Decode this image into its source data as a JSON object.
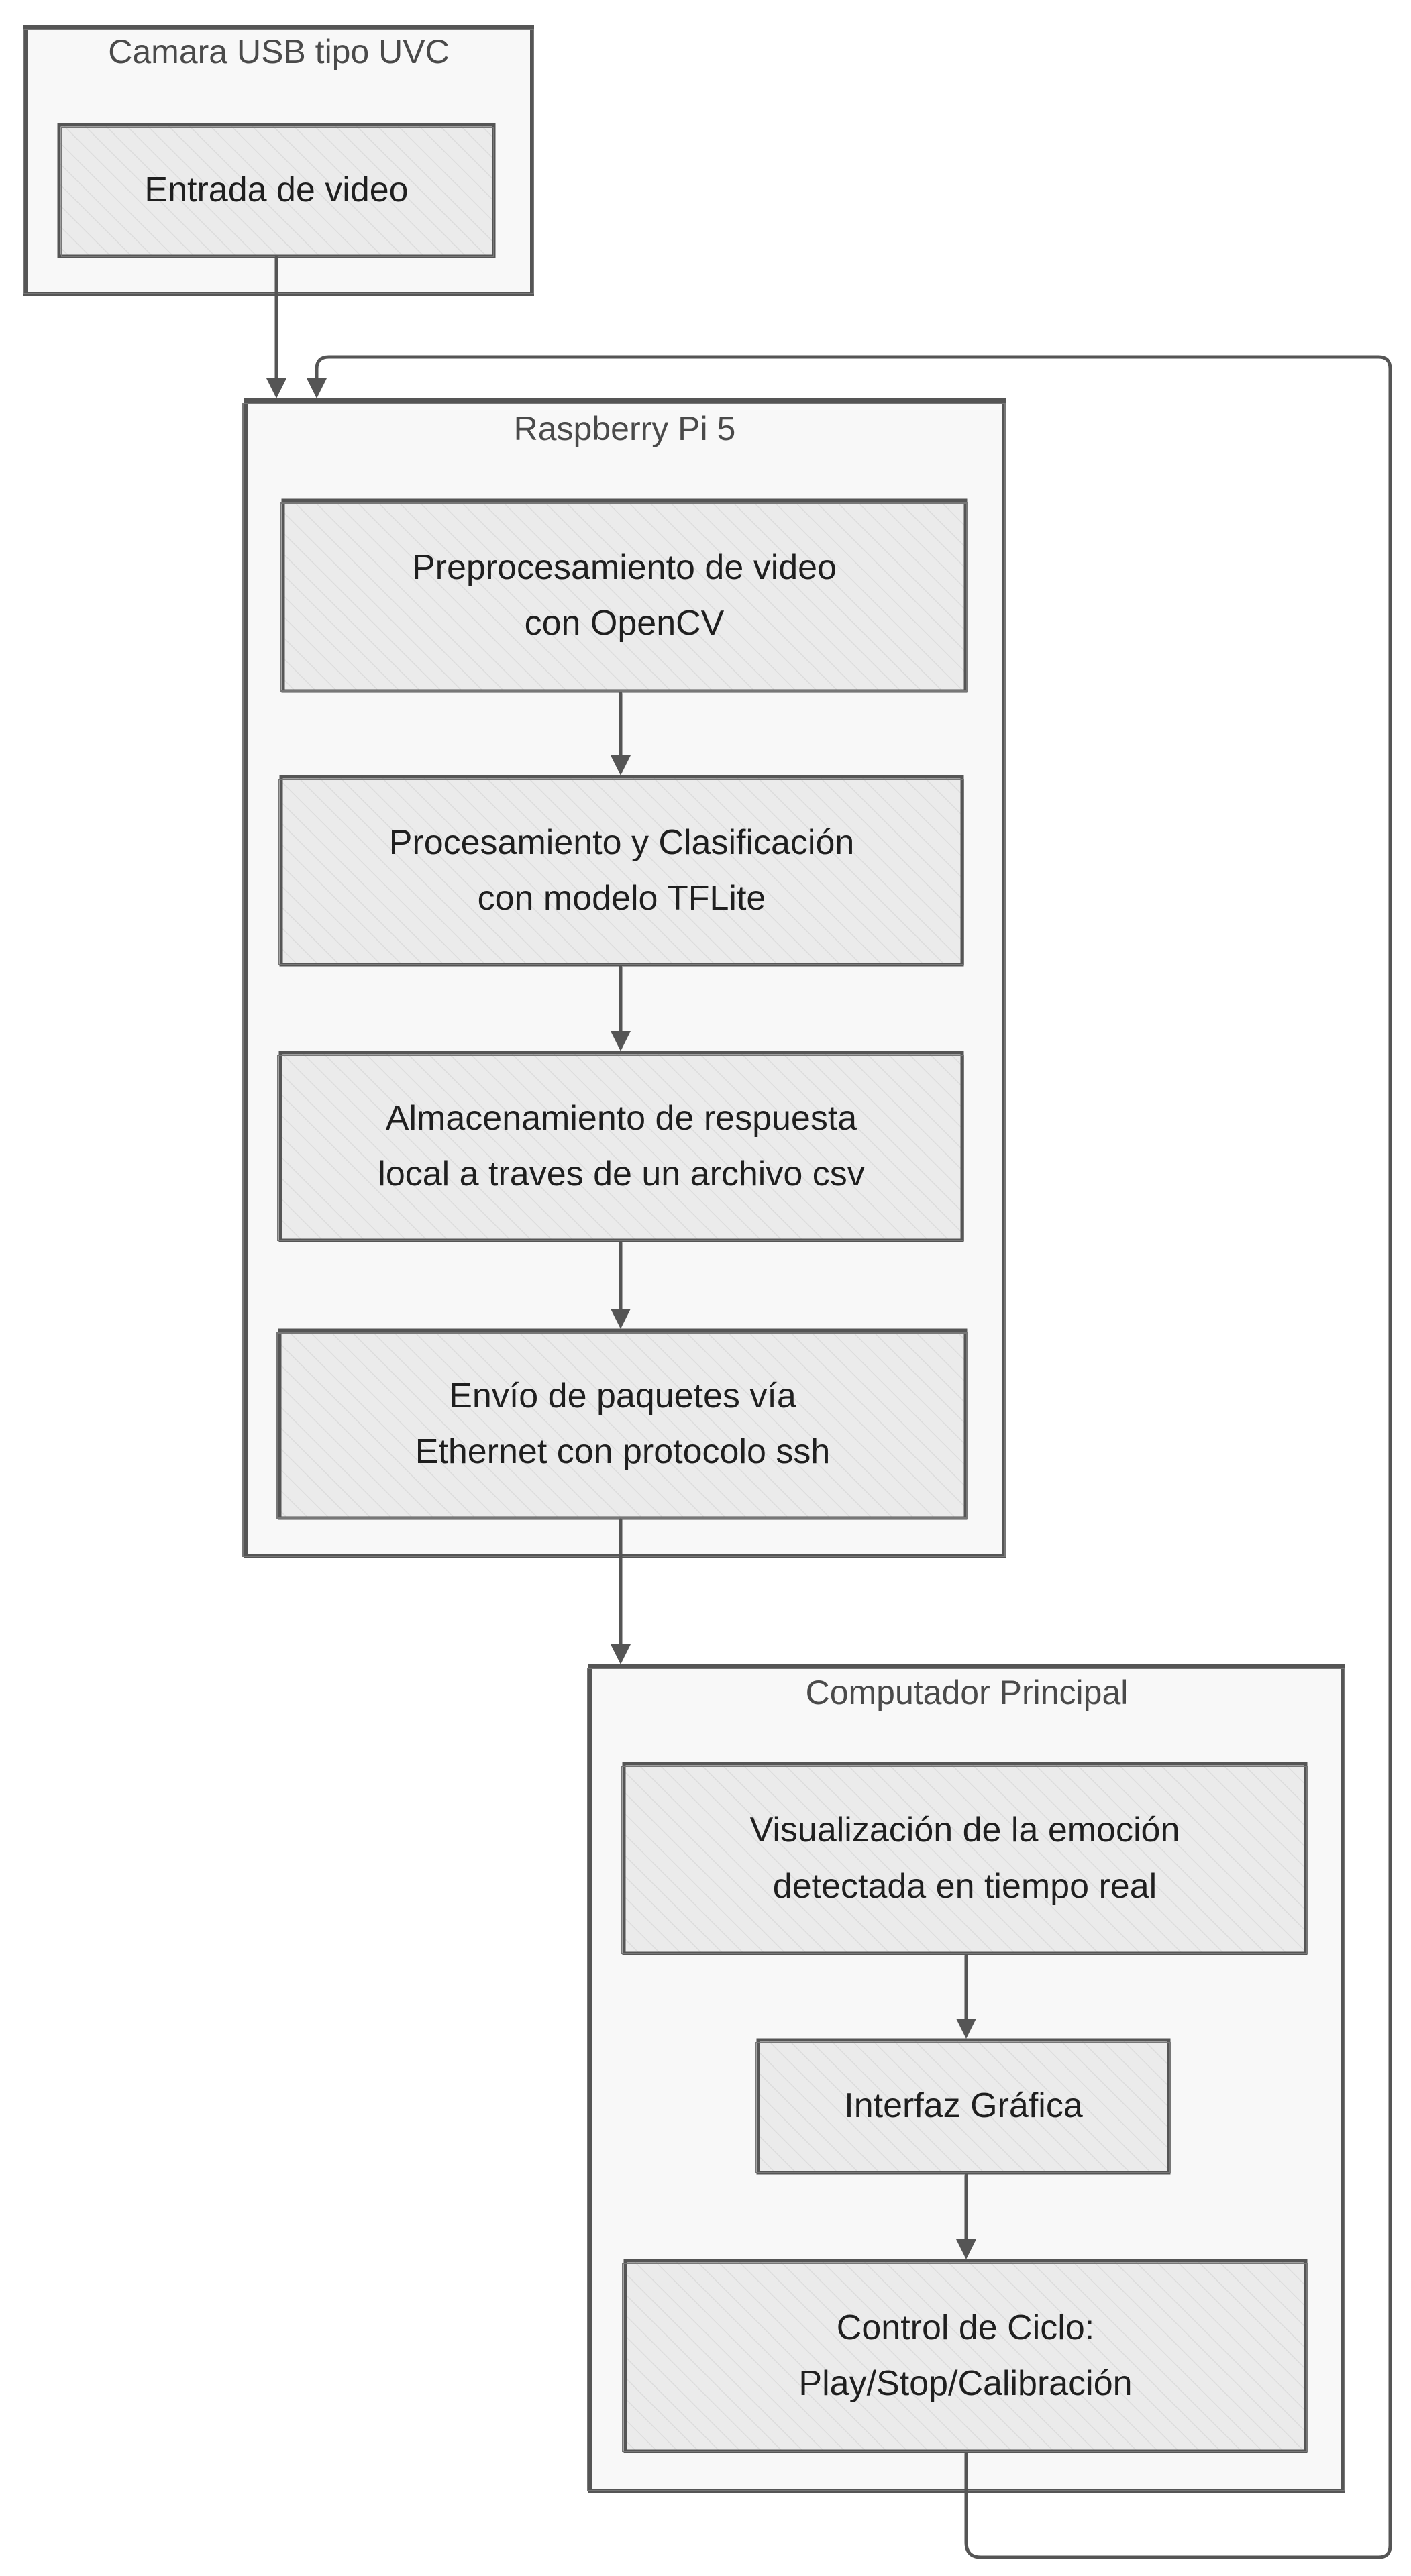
{
  "groups": {
    "camera": {
      "title": "Camara USB tipo UVC"
    },
    "raspberry": {
      "title": "Raspberry Pi 5"
    },
    "computer": {
      "title": "Computador Principal"
    }
  },
  "nodes": {
    "video_input": {
      "label": "Entrada de video"
    },
    "preprocessing": {
      "label": "Preprocesamiento de video\ncon OpenCV"
    },
    "classification": {
      "label": "Procesamiento y Clasificación\ncon modelo TFLite"
    },
    "storage": {
      "label": "Almacenamiento de respuesta\nlocal a traves de un archivo csv"
    },
    "send": {
      "label": "Envío de paquetes vía\nEthernet con protocolo ssh"
    },
    "visualization": {
      "label": "Visualización de la emoción\ndetectada en tiempo real"
    },
    "gui": {
      "label": "Interfaz Gráfica"
    },
    "control": {
      "label": "Control de Ciclo:\nPlay/Stop/Calibración"
    }
  },
  "colors": {
    "stroke": "#555555",
    "node_fill": "#ebebeb",
    "group_fill": "#f8f8f8",
    "arrow": "#555555"
  }
}
